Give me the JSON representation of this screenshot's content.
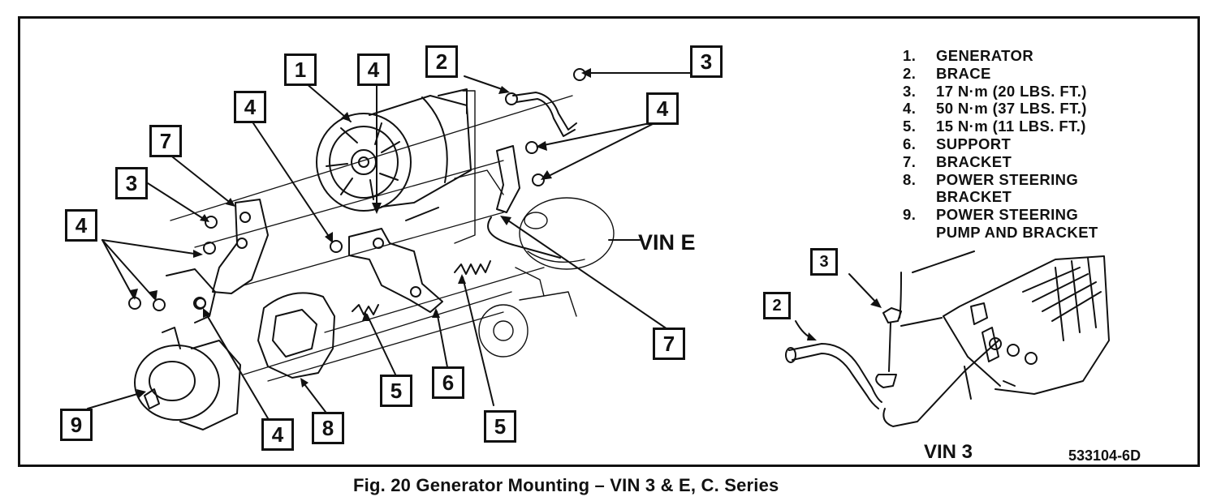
{
  "callouts": {
    "c1": "1",
    "c4_top": "4",
    "c2_top": "2",
    "c3_top": "3",
    "c4_left": "4",
    "c4_right": "4",
    "c7_left": "7",
    "c3_left": "3",
    "c4_far_left": "4",
    "c7_right": "7",
    "c5_a": "5",
    "c6": "6",
    "c5_b": "5",
    "c9": "9",
    "c4_bottom": "4",
    "c8": "8",
    "c3_inset": "3",
    "c2_inset": "2"
  },
  "legend": [
    {
      "num": "1.",
      "text": "GENERATOR"
    },
    {
      "num": "2.",
      "text": "BRACE"
    },
    {
      "num": "3.",
      "text": "17 N·m (20 LBS. FT.)"
    },
    {
      "num": "4.",
      "text": "50 N·m (37 LBS. FT.)"
    },
    {
      "num": "5.",
      "text": "15 N·m (11 LBS. FT.)"
    },
    {
      "num": "6.",
      "text": "SUPPORT"
    },
    {
      "num": "7.",
      "text": "BRACKET"
    },
    {
      "num": "8.",
      "text": "POWER STEERING"
    },
    {
      "num": "",
      "text": "BRACKET"
    },
    {
      "num": "9.",
      "text": "POWER STEERING"
    },
    {
      "num": "",
      "text": "PUMP AND BRACKET"
    }
  ],
  "labels": {
    "vin_e": "VIN E",
    "vin_3": "VIN 3",
    "part_number": "533104-6D"
  },
  "caption": "Fig. 20 Generator Mounting – VIN 3 & E, C. Series",
  "colors": {
    "ink": "#111111",
    "paper": "#ffffff"
  }
}
